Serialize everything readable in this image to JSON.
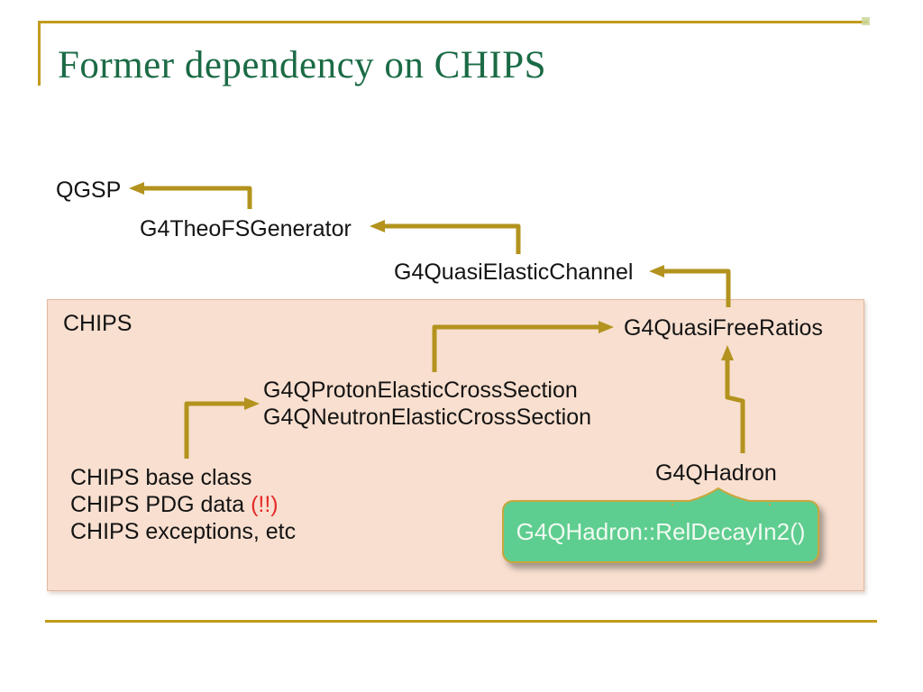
{
  "title": "Former dependency on CHIPS",
  "colors": {
    "title_green": "#1A6B45",
    "gold_accent": "#C29B1D",
    "arrow_gold": "#B3931E",
    "chips_box_fill": "#F8DFCF",
    "chips_box_border": "#E3B79E",
    "callout_fill": "#5ECD90",
    "callout_border": "#C9A63E",
    "callout_text": "#F0FAF0",
    "warning_red": "#E52B2B"
  },
  "nodes": {
    "qgsp": "QGSP",
    "theo_generator": "G4TheoFSGenerator",
    "quasi_elastic_channel": "G4QuasiElasticChannel",
    "chips_label": "CHIPS",
    "quasi_free_ratios": "G4QuasiFreeRatios",
    "proton_cross_section": "G4QProtonElasticCrossSection",
    "neutron_cross_section": "G4QNeutronElasticCrossSection",
    "base_class": "CHIPS base class",
    "pdg_data": "CHIPS PDG data ",
    "pdg_flag": "(!!)",
    "exceptions": "CHIPS exceptions, etc",
    "qhadron": "G4QHadron",
    "callout": "G4QHadron::RelDecayIn2()"
  }
}
